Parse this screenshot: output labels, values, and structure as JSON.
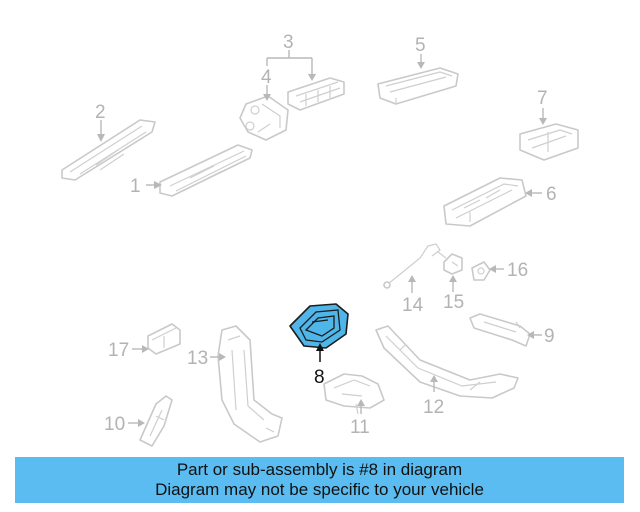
{
  "callouts": {
    "c1": "1",
    "c2": "2",
    "c3": "3",
    "c4": "4",
    "c5": "5",
    "c6": "6",
    "c7": "7",
    "c8": "8",
    "c9": "9",
    "c10": "10",
    "c11": "11",
    "c12": "12",
    "c13": "13",
    "c14": "14",
    "c15": "15",
    "c16": "16",
    "c17": "17"
  },
  "highlighted_part": "8",
  "colors": {
    "highlight_fill": "#4fb6ea",
    "banner_background": "#5abcf0",
    "part_outline": "#c9c9c9",
    "callout_text": "#b3b3b3"
  },
  "banner": {
    "line1": "Part or sub-assembly is #8 in diagram",
    "line2": "Diagram may not be specific to your vehicle"
  }
}
